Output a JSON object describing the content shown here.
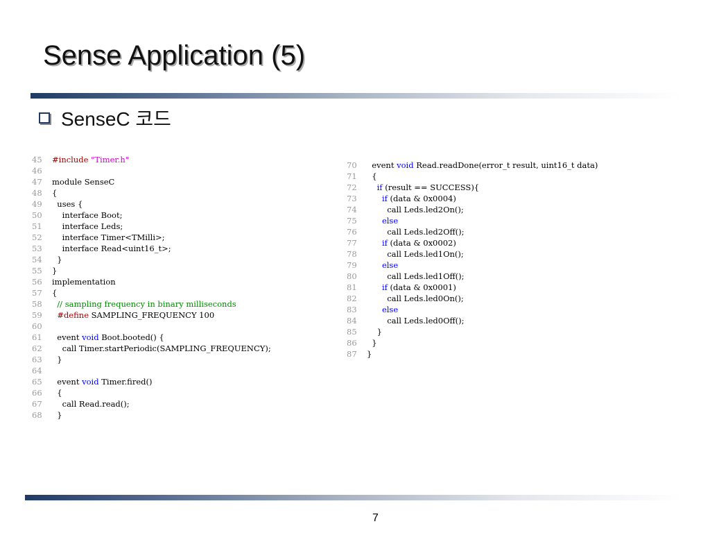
{
  "slide": {
    "title": "Sense Application (5)",
    "bullet": "SenseC 코드",
    "page_number": "7"
  },
  "colors": {
    "keyword": "#0000ff",
    "preprocessor": "#a00000",
    "string": "#cc00cc",
    "comment": "#008800",
    "line_number": "#9a9a9a",
    "rule_dark": "#1f3b63"
  },
  "code_left": [
    {
      "n": "45",
      "t": [
        [
          "#include",
          "pp"
        ],
        [
          " ",
          ""
        ],
        [
          "\"Timer.h\"",
          "str"
        ]
      ]
    },
    {
      "n": "46",
      "t": []
    },
    {
      "n": "47",
      "t": [
        [
          "module SenseC",
          ""
        ]
      ]
    },
    {
      "n": "48",
      "t": [
        [
          "{",
          ""
        ]
      ]
    },
    {
      "n": "49",
      "t": [
        [
          "  uses {",
          ""
        ]
      ]
    },
    {
      "n": "50",
      "t": [
        [
          "    interface Boot;",
          ""
        ]
      ]
    },
    {
      "n": "51",
      "t": [
        [
          "    interface Leds;",
          ""
        ]
      ]
    },
    {
      "n": "52",
      "t": [
        [
          "    interface Timer<TMilli>;",
          ""
        ]
      ]
    },
    {
      "n": "53",
      "t": [
        [
          "    interface Read<uint16_t>;",
          ""
        ]
      ]
    },
    {
      "n": "54",
      "t": [
        [
          "  }",
          ""
        ]
      ]
    },
    {
      "n": "55",
      "t": [
        [
          "}",
          ""
        ]
      ]
    },
    {
      "n": "56",
      "t": [
        [
          "implementation",
          ""
        ]
      ]
    },
    {
      "n": "57",
      "t": [
        [
          "{",
          ""
        ]
      ]
    },
    {
      "n": "58",
      "t": [
        [
          "  ",
          ""
        ],
        [
          "// sampling frequency in binary milliseconds",
          "cm"
        ]
      ]
    },
    {
      "n": "59",
      "t": [
        [
          "  ",
          ""
        ],
        [
          "#define",
          "pp"
        ],
        [
          " SAMPLING_FREQUENCY 100",
          ""
        ]
      ]
    },
    {
      "n": "60",
      "t": []
    },
    {
      "n": "61",
      "t": [
        [
          "  event ",
          ""
        ],
        [
          "void",
          "kw"
        ],
        [
          " Boot.booted() {",
          ""
        ]
      ]
    },
    {
      "n": "62",
      "t": [
        [
          "    call Timer.startPeriodic(SAMPLING_FREQUENCY);",
          ""
        ]
      ]
    },
    {
      "n": "63",
      "t": [
        [
          "  }",
          ""
        ]
      ]
    },
    {
      "n": "64",
      "t": []
    },
    {
      "n": "65",
      "t": [
        [
          "  event ",
          ""
        ],
        [
          "void",
          "kw"
        ],
        [
          " Timer.fired()",
          ""
        ]
      ]
    },
    {
      "n": "66",
      "t": [
        [
          "  {",
          ""
        ]
      ]
    },
    {
      "n": "67",
      "t": [
        [
          "    call Read.read();",
          ""
        ]
      ]
    },
    {
      "n": "68",
      "t": [
        [
          "  }",
          ""
        ]
      ]
    }
  ],
  "code_right": [
    {
      "n": "70",
      "t": [
        [
          "  event ",
          ""
        ],
        [
          "void",
          "kw"
        ],
        [
          " Read.readDone(error_t result, uint16_t data)",
          ""
        ]
      ]
    },
    {
      "n": "71",
      "t": [
        [
          "  {",
          ""
        ]
      ]
    },
    {
      "n": "72",
      "t": [
        [
          "    ",
          ""
        ],
        [
          "if",
          "kw"
        ],
        [
          " (result == SUCCESS){",
          ""
        ]
      ]
    },
    {
      "n": "73",
      "t": [
        [
          "      ",
          ""
        ],
        [
          "if",
          "kw"
        ],
        [
          " (data & 0x0004)",
          ""
        ]
      ]
    },
    {
      "n": "74",
      "t": [
        [
          "        call Leds.led2On();",
          ""
        ]
      ]
    },
    {
      "n": "75",
      "t": [
        [
          "      ",
          ""
        ],
        [
          "else",
          "kw"
        ]
      ]
    },
    {
      "n": "76",
      "t": [
        [
          "        call Leds.led2Off();",
          ""
        ]
      ]
    },
    {
      "n": "77",
      "t": [
        [
          "      ",
          ""
        ],
        [
          "if",
          "kw"
        ],
        [
          " (data & 0x0002)",
          ""
        ]
      ]
    },
    {
      "n": "78",
      "t": [
        [
          "        call Leds.led1On();",
          ""
        ]
      ]
    },
    {
      "n": "79",
      "t": [
        [
          "      ",
          ""
        ],
        [
          "else",
          "kw"
        ]
      ]
    },
    {
      "n": "80",
      "t": [
        [
          "        call Leds.led1Off();",
          ""
        ]
      ]
    },
    {
      "n": "81",
      "t": [
        [
          "      ",
          ""
        ],
        [
          "if",
          "kw"
        ],
        [
          " (data & 0x0001)",
          ""
        ]
      ]
    },
    {
      "n": "82",
      "t": [
        [
          "        call Leds.led0On();",
          ""
        ]
      ]
    },
    {
      "n": "83",
      "t": [
        [
          "      ",
          ""
        ],
        [
          "else",
          "kw"
        ]
      ]
    },
    {
      "n": "84",
      "t": [
        [
          "        call Leds.led0Off();",
          ""
        ]
      ]
    },
    {
      "n": "85",
      "t": [
        [
          "    }",
          ""
        ]
      ]
    },
    {
      "n": "86",
      "t": [
        [
          "  }",
          ""
        ]
      ]
    },
    {
      "n": "87",
      "t": [
        [
          "}",
          ""
        ]
      ]
    }
  ]
}
